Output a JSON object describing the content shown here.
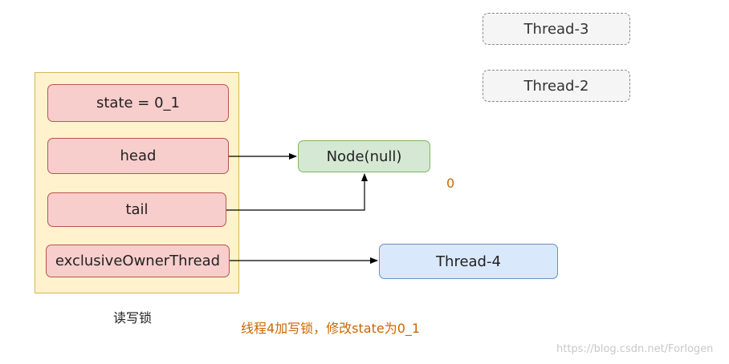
{
  "lock": {
    "caption": "读写锁",
    "fields": {
      "state": "state = 0_1",
      "head": "head",
      "tail": "tail",
      "owner": "exclusiveOwnerThread"
    }
  },
  "nodes": {
    "node_null": "Node(null)",
    "thread4": "Thread-4",
    "thread3": "Thread-3",
    "thread2": "Thread-2"
  },
  "annotations": {
    "zero": "0",
    "description": "线程4加写锁，修改state为0_1"
  },
  "watermark": "https://blog.csdn.net/Forlogen",
  "colors": {
    "lock_fill": "#fff2cc",
    "lock_border": "#d6b656",
    "field_fill": "#f8cecc",
    "field_border": "#b85450",
    "node_green_fill": "#d5e8d4",
    "node_green_border": "#82b366",
    "node_blue_fill": "#dae8fc",
    "node_blue_border": "#6c8ebf",
    "thread_gray_fill": "#f5f5f5",
    "annotation_orange": "#cc6600"
  }
}
